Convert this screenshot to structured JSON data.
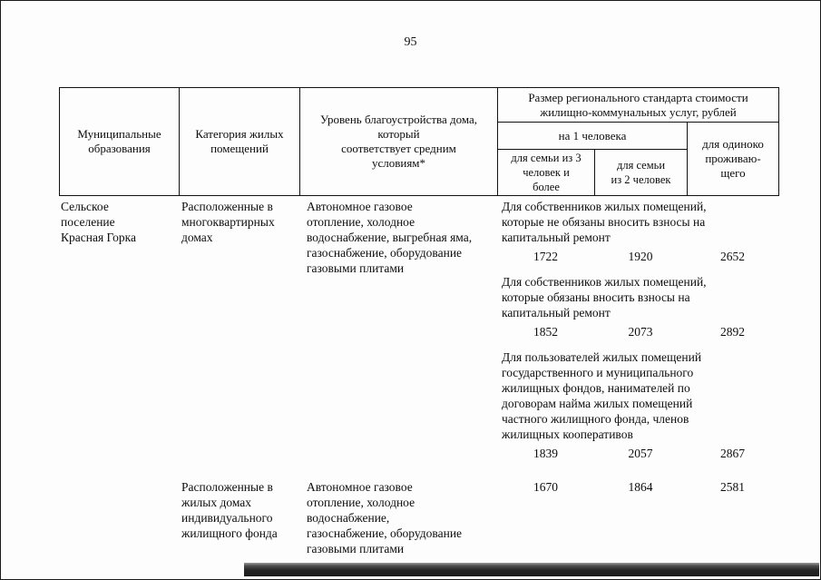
{
  "page": {
    "number": "95"
  },
  "table": {
    "header": {
      "municipal": "Муниципальные\nобразования",
      "category": "Категория жилых\nпомещений",
      "level": "Уровень благоустройства дома,\nкоторый\nсоответствует средним\nусловиям*",
      "size_title": "Размер регионального стандарта стоимости\nжилищно-коммунальных услуг, рублей",
      "per_person": "на 1 человека",
      "family3": "для семьи из 3\nчеловек и\nболее",
      "family2": "для семьи\nиз 2 человек",
      "single": "для одиноко\nпроживаю-\nщего"
    },
    "rows": [
      {
        "municipality": "Сельское\nпоселение\nКрасная Горка",
        "category": "Расположенные в\nмногоквартирных\nдомах",
        "level": "Автономное газовое\nотопление, холодное\nводоснабжение, выгребная яма,\nгазоснабжение, оборудование\nгазовыми плитами",
        "blocks": [
          {
            "label": "Для собственников жилых помещений,\nкоторые не обязаны вносить взносы на\nкапитальный ремонт",
            "v1": "1722",
            "v2": "1920",
            "v3": "2652"
          },
          {
            "label": "Для собственников  жилых помещений,\nкоторые обязаны вносить взносы на\nкапитальный ремонт",
            "v1": "1852",
            "v2": "2073",
            "v3": "2892"
          },
          {
            "label": "Для пользователей жилых помещений\nгосударственного и муниципального\nжилищных фондов, нанимателей по\nдоговорам найма жилых помещений\nчастного жилищного фонда, членов\nжилищных кооперативов",
            "v1": "1839",
            "v2": "2057",
            "v3": "2867"
          }
        ]
      },
      {
        "municipality": "",
        "category": "Расположенные в\nжилых домах\nиндивидуального\nжилищного фонда",
        "level": "Автономное газовое\nотопление, холодное\nводоснабжение,\nгазоснабжение, оборудование\nгазовыми плитами",
        "blocks": [
          {
            "label": "",
            "v1": "1670",
            "v2": "1864",
            "v3": "2581"
          }
        ]
      }
    ]
  }
}
